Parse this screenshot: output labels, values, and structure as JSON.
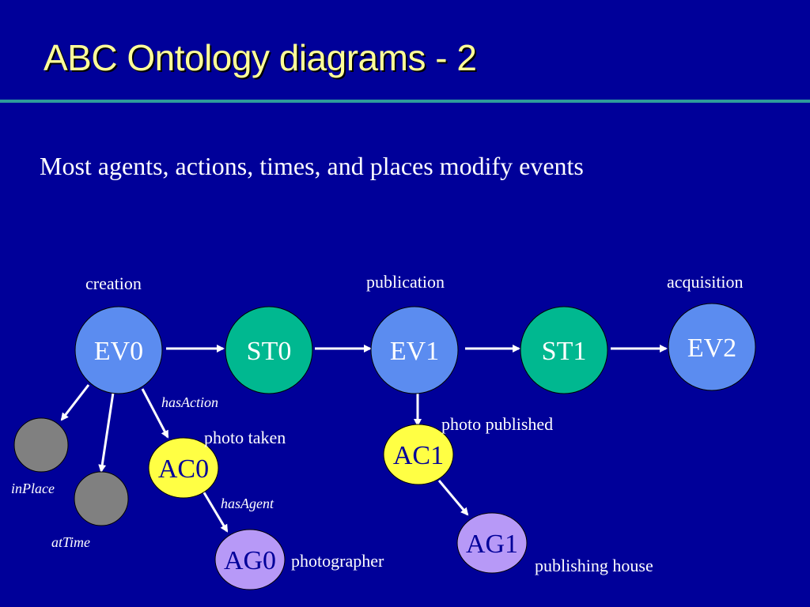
{
  "slide": {
    "title": "ABC Ontology diagrams - 2",
    "subtitle": "Most agents, actions, times, and places modify events"
  },
  "diagram": {
    "colors": {
      "background": "#000099",
      "title": "#ffff99",
      "rule": "#2e9b9b",
      "event": "#5b8cf0",
      "state": "#00b890",
      "action": "#ffff44",
      "agent": "#b799f7",
      "place_time": "#808080",
      "text": "#ffffff"
    },
    "nodes": {
      "ev0": "EV0",
      "st0": "ST0",
      "ev1": "EV1",
      "st1": "ST1",
      "ev2": "EV2",
      "ac0": "AC0",
      "ac1": "AC1",
      "ag0": "AG0",
      "ag1": "AG1"
    },
    "labels": {
      "creation": "creation",
      "publication": "publication",
      "acquisition": "acquisition",
      "photo_taken": "photo taken",
      "photo_published": "photo published",
      "photographer": "photographer",
      "publishing_house": "publishing house"
    },
    "edge_labels": {
      "has_action": "hasAction",
      "has_agent": "hasAgent",
      "in_place": "inPlace",
      "at_time": "atTime"
    }
  }
}
